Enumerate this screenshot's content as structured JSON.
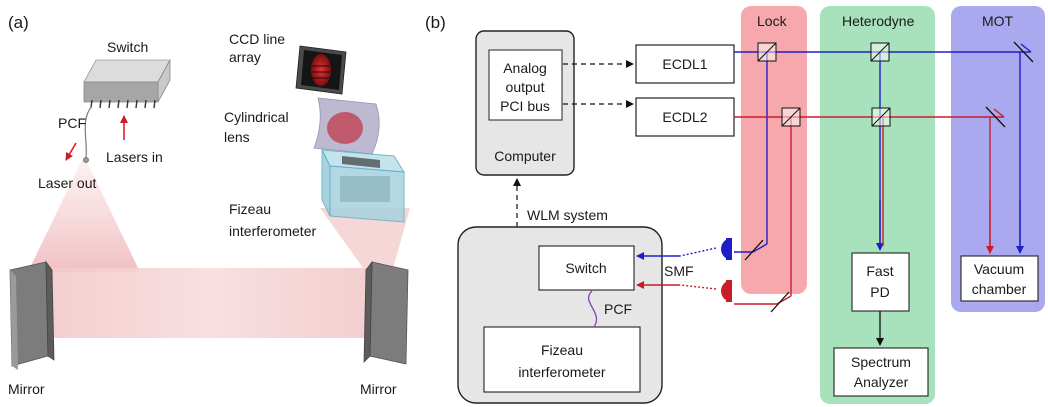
{
  "panel_a": {
    "tag": "(a)",
    "switch": "Switch",
    "pcf": "PCF",
    "lasers_in": "Lasers in",
    "laser_out": "Laser out",
    "ccd_line1": "CCD line",
    "ccd_line2": "array",
    "cyl_line1": "Cylindrical",
    "cyl_line2": "lens",
    "fizeau_line1": "Fizeau",
    "fizeau_line2": "interferometer",
    "mirror_left": "Mirror",
    "mirror_right": "Mirror"
  },
  "panel_b": {
    "tag": "(b)",
    "regions": {
      "lock": "Lock",
      "heterodyne": "Heterodyne",
      "mot": "MOT"
    },
    "computer": "Computer",
    "pci_line1": "Analog",
    "pci_line2": "output",
    "pci_line3": "PCI bus",
    "ecdl1": "ECDL1",
    "ecdl2": "ECDL2",
    "wlm_system": "WLM system",
    "switch": "Switch",
    "smf": "SMF",
    "pcf": "PCF",
    "fizeau_line1": "Fizeau",
    "fizeau_line2": "interferometer",
    "fast_pd_line1": "Fast",
    "fast_pd_line2": "PD",
    "spectrum_line1": "Spectrum",
    "spectrum_line2": "Analyzer",
    "vacuum_line1": "Vacuum",
    "vacuum_line2": "chamber"
  },
  "colors": {
    "laser1": "#1f1fc8",
    "laser2": "#c81e2c",
    "lock_region": "#f6a8ac",
    "heterodyne_region": "#a8e2bc",
    "mot_region": "#aaa8ee",
    "wlm_box": "#e6e6e6",
    "pcf_fiber": "#8a3fb0"
  }
}
